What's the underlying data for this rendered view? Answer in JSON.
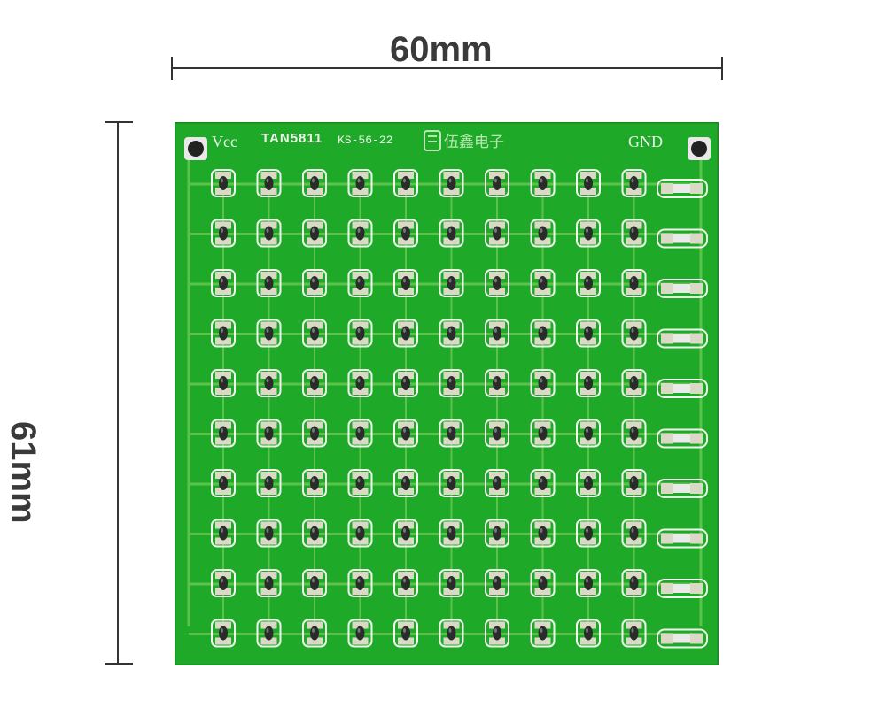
{
  "dimensions": {
    "width_label": "60mm",
    "height_label": "61mm"
  },
  "board": {
    "part_number": "TAN5811",
    "sub_label": "KS-56-22",
    "brand_text": "伍鑫电子",
    "vcc_label": "Vcc",
    "gnd_label": "GND",
    "rows": 10,
    "columns": 10,
    "resistor_count": 10,
    "colors": {
      "board": "#1eaa28",
      "board_edge": "#168a1f",
      "trace": "#5cc24c",
      "pad": "#d9d9c6",
      "silkscreen": "#f0f6ee",
      "led_body": "#2b2b2b"
    }
  }
}
